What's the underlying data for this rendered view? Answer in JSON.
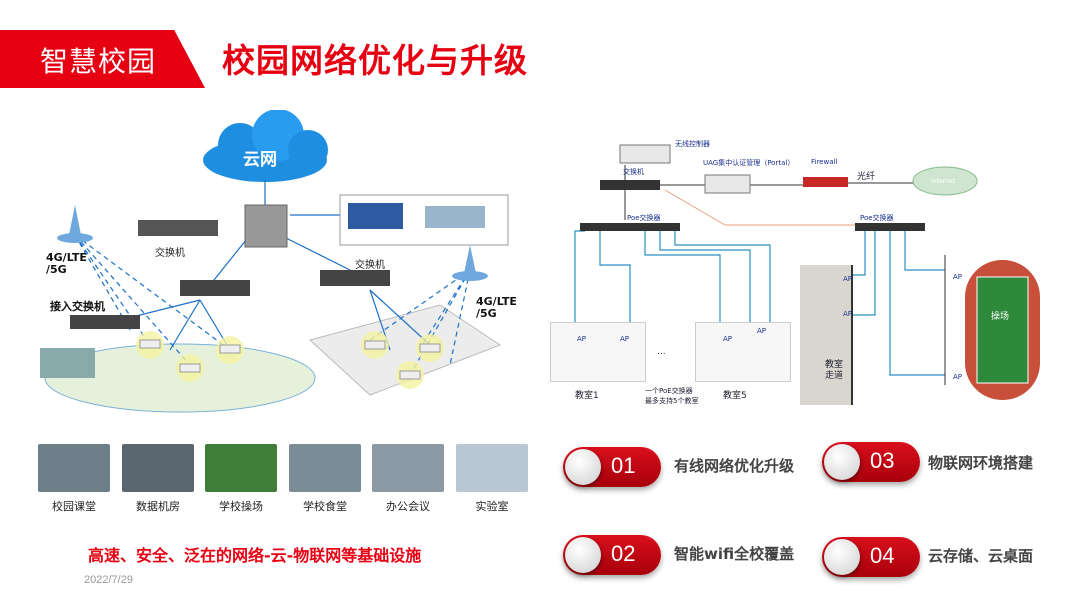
{
  "header": {
    "tag": "智慧校园",
    "title": "校园网络优化与升级"
  },
  "left_diagram": {
    "cloud": "云网",
    "labels": {
      "switch_a": "交换机",
      "switch_b": "交换机",
      "access_switch": "接入交换机",
      "cell_left": "4G/LTE\n/5G",
      "cell_right": "4G/LTE\n/5G"
    }
  },
  "scenes": [
    {
      "label": "校园课堂",
      "color": "#6f7f8a"
    },
    {
      "label": "数据机房",
      "color": "#5a6670"
    },
    {
      "label": "学校操场",
      "color": "#3f7f3a"
    },
    {
      "label": "学校食堂",
      "color": "#7a8c96"
    },
    {
      "label": "办公会议",
      "color": "#8a99a4"
    },
    {
      "label": "实验室",
      "color": "#b9c6d4"
    }
  ],
  "slogan": "高速、安全、泛在的网络-云-物联网等基础设施",
  "date": "2022/7/29",
  "right_diagram": {
    "wireless_controller": "无线控制器",
    "switch": "交换机",
    "uag": "UAG集中认证管理（Portal）",
    "firewall": "Firewall",
    "fiber": "光纤",
    "internet": "Internet",
    "poe_left": "Poe交换器",
    "poe_right": "Poe交换器",
    "ap": "AP",
    "classroom1": "教室1",
    "classroom5": "教室5",
    "note_line1": "一个PoE交换器",
    "note_line2": "最多支持5个教室",
    "ellipsis": "...",
    "corridor": "教室\n走道",
    "field": "操场"
  },
  "features": [
    {
      "num": "01",
      "label": "有线网络优化升级"
    },
    {
      "num": "02",
      "label": "智能wifi全校覆盖"
    },
    {
      "num": "03",
      "label": "物联网环境搭建"
    },
    {
      "num": "04",
      "label": "云存储、云桌面"
    }
  ],
  "colors": {
    "accent": "#e60012",
    "cloud": "#1e8fe0",
    "link_blue": "#1b6fc9"
  }
}
